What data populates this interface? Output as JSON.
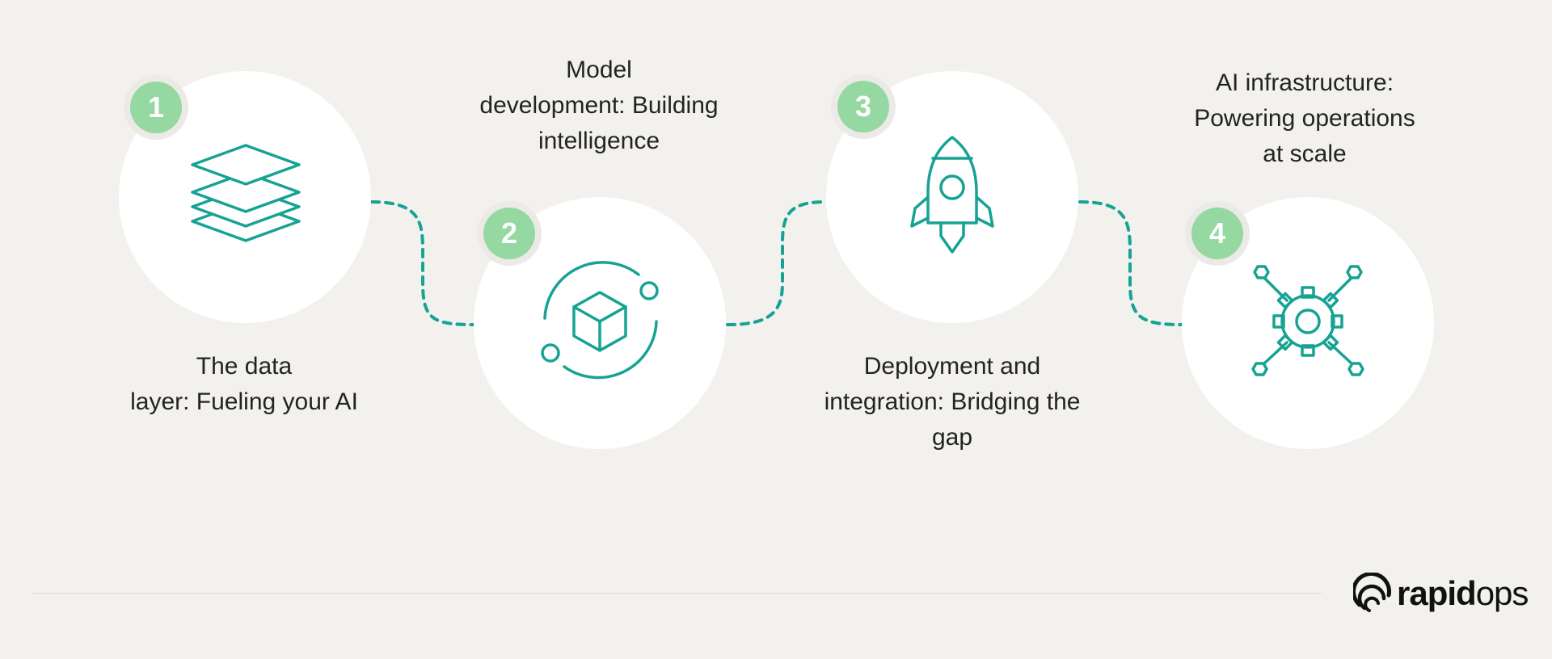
{
  "accent_color": "#16a394",
  "badge_color": "#95d8a1",
  "steps": [
    {
      "number": "1",
      "icon": "stacked-layers-icon",
      "label_lines": [
        "The data",
        "layer: Fueling your AI"
      ]
    },
    {
      "number": "2",
      "icon": "cube-cycle-icon",
      "label_lines": [
        "Model",
        "development: Building",
        "intelligence"
      ]
    },
    {
      "number": "3",
      "icon": "rocket-icon",
      "label_lines": [
        "Deployment and",
        "integration: Bridging the",
        "gap"
      ]
    },
    {
      "number": "4",
      "icon": "gear-network-icon",
      "label_lines": [
        "AI infrastructure:",
        "Powering operations",
        "at scale"
      ]
    }
  ],
  "brand": {
    "bold": "rapid",
    "light": "ops"
  }
}
